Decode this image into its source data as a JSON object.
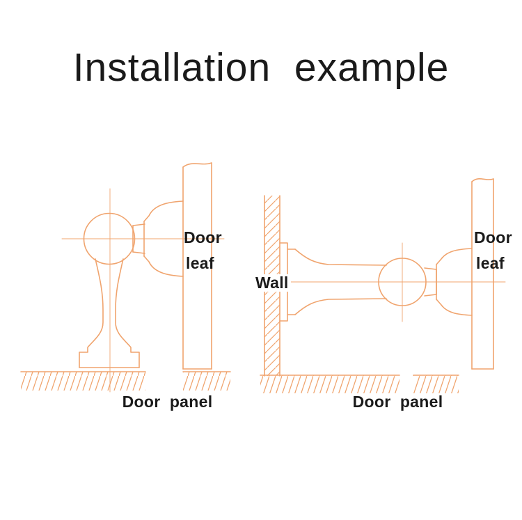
{
  "title": "Installation  example",
  "colors": {
    "line": "#F0A46E",
    "text": "#1A1A1A"
  },
  "left_diagram": {
    "door_leaf_line1": "Door",
    "door_leaf_line2": "leaf",
    "door_panel": "Door  panel"
  },
  "right_diagram": {
    "wall": "Wall",
    "door_leaf_line1": "Door",
    "door_leaf_line2": "leaf",
    "door_panel": "Door  panel"
  }
}
